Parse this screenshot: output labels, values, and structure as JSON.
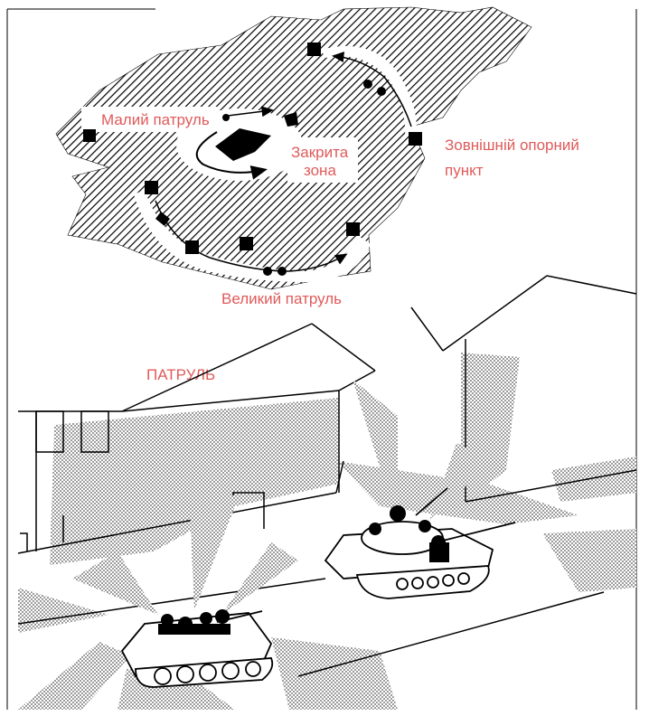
{
  "diagram": {
    "labels": {
      "small_patrol": "Малий патруль",
      "closed_zone_line1": "Закрита",
      "closed_zone_line2": "зона",
      "outer_post_line1": "Зовнішній опорний",
      "outer_post_line2": "пункт",
      "large_patrol": "Великий патруль",
      "patrol_title": "ПАТРУЛЬ"
    },
    "colors": {
      "label_red": "#e05a5a",
      "ink": "#000000"
    }
  }
}
